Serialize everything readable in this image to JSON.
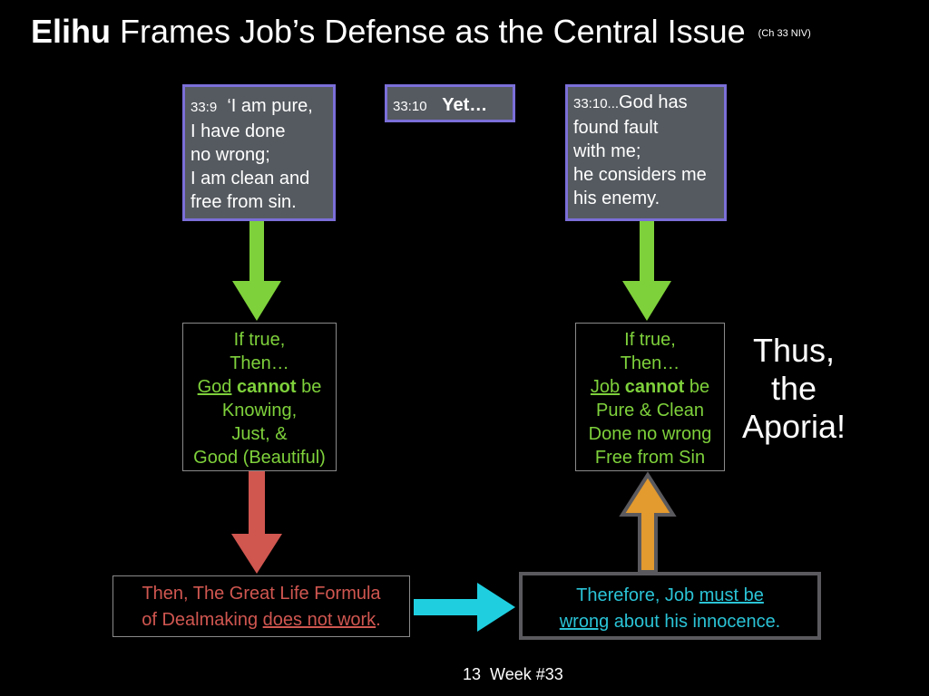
{
  "title": {
    "bold": "Elihu",
    "rest": " Frames Job’s Defense as the Central Issue",
    "note": "(Ch 33 NIV)"
  },
  "box_left": {
    "ref": "33:9",
    "lines": [
      "‘I am pure,",
      "I have done",
      "no wrong;",
      "I am clean and",
      "free from sin."
    ]
  },
  "box_mid": {
    "ref": "33:10",
    "text": "Yet…"
  },
  "box_right": {
    "ref": "33:10...",
    "lines": [
      "God has",
      "found fault",
      "with me;",
      "he considers me",
      "his enemy."
    ]
  },
  "green_left": {
    "l1": "If true,",
    "l2": "Then…",
    "l3_subject": "God",
    "l3_bold": "cannot",
    "l3_rest": "be",
    "l4": "Knowing,",
    "l5": "Just, &",
    "l6": "Good (Beautiful)"
  },
  "green_right": {
    "l1": "If true,",
    "l2": "Then…",
    "l3_subject": "Job",
    "l3_bold": "cannot",
    "l3_rest": "be",
    "l4": "Pure & Clean",
    "l5": "Done no wrong",
    "l6": "Free from Sin"
  },
  "red_box": {
    "line1": "Then, The Great Life Formula",
    "line2_pre": "of Dealmaking ",
    "line2_u": "does not work",
    "line2_post": "."
  },
  "cyan_box": {
    "line1_pre": "Therefore, Job ",
    "line1_u": "must be",
    "line2_u": "wrong",
    "line2_post": " about his innocence."
  },
  "aporia": {
    "l1": "Thus,",
    "l2": "the",
    "l3": "Aporia!"
  },
  "footer": {
    "page": "13",
    "week": "Week #33"
  },
  "colors": {
    "green": "#7ed13b",
    "red": "#d05650",
    "orange": "#e39a2e",
    "cyan": "#1fcfe0",
    "purple": "#7b6fd8"
  }
}
